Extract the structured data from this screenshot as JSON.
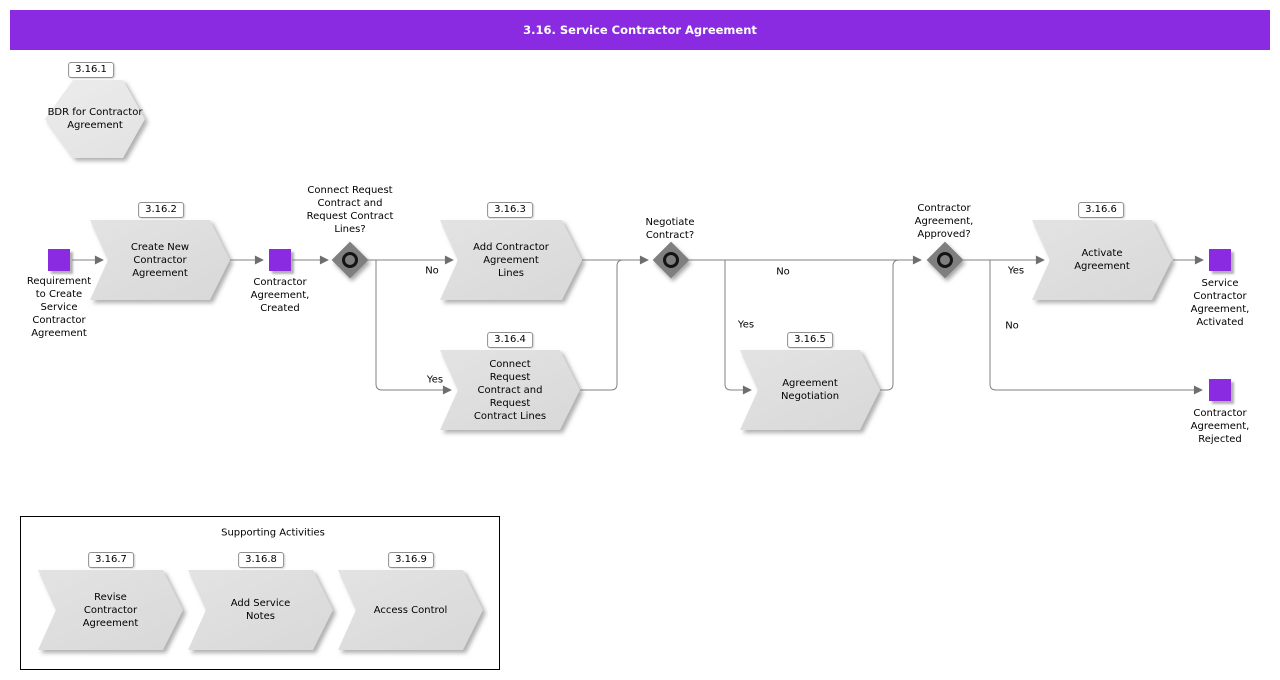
{
  "title": "3.16. Service Contractor Agreement",
  "colors": {
    "header": "#8a2be2",
    "event_square": "#8a2be2",
    "task_fill": "#dcdcdc",
    "gateway_fill": "#7f7f7f",
    "connector_line": "#808080"
  },
  "hexagon": {
    "badge": "3.16.1",
    "label": "BDR for Contractor\nAgreement"
  },
  "events": {
    "start": {
      "label": "Requirement\nto Create\nService\nContractor\nAgreement"
    },
    "created": {
      "label": "Contractor\nAgreement,\nCreated"
    },
    "activated": {
      "label": "Service\nContractor\nAgreement,\nActivated"
    },
    "rejected": {
      "label": "Contractor\nAgreement,\nRejected"
    }
  },
  "tasks": {
    "create": {
      "badge": "3.16.2",
      "label": "Create New\nContractor\nAgreement"
    },
    "add_lines": {
      "badge": "3.16.3",
      "label": "Add Contractor\nAgreement\nLines"
    },
    "connect": {
      "badge": "3.16.4",
      "label": "Connect\nRequest\nContract and\nRequest\nContract Lines"
    },
    "negotiate": {
      "badge": "3.16.5",
      "label": "Agreement\nNegotiation"
    },
    "activate": {
      "badge": "3.16.6",
      "label": "Activate\nAgreement"
    }
  },
  "gateways": {
    "g1": {
      "label": "Connect Request\nContract and\nRequest Contract\nLines?"
    },
    "g2": {
      "label": "Negotiate\nContract?"
    },
    "g3": {
      "label": "Contractor\nAgreement,\nApproved?"
    }
  },
  "edge_labels": {
    "g1_no": "No",
    "g1_yes": "Yes",
    "g2_no": "No",
    "g2_yes": "Yes",
    "g3_yes": "Yes",
    "g3_no": "No"
  },
  "supporting": {
    "title": "Supporting Activities",
    "items": [
      {
        "badge": "3.16.7",
        "label": "Revise\nContractor\nAgreement"
      },
      {
        "badge": "3.16.8",
        "label": "Add Service\nNotes"
      },
      {
        "badge": "3.16.9",
        "label": "Access Control"
      }
    ]
  }
}
